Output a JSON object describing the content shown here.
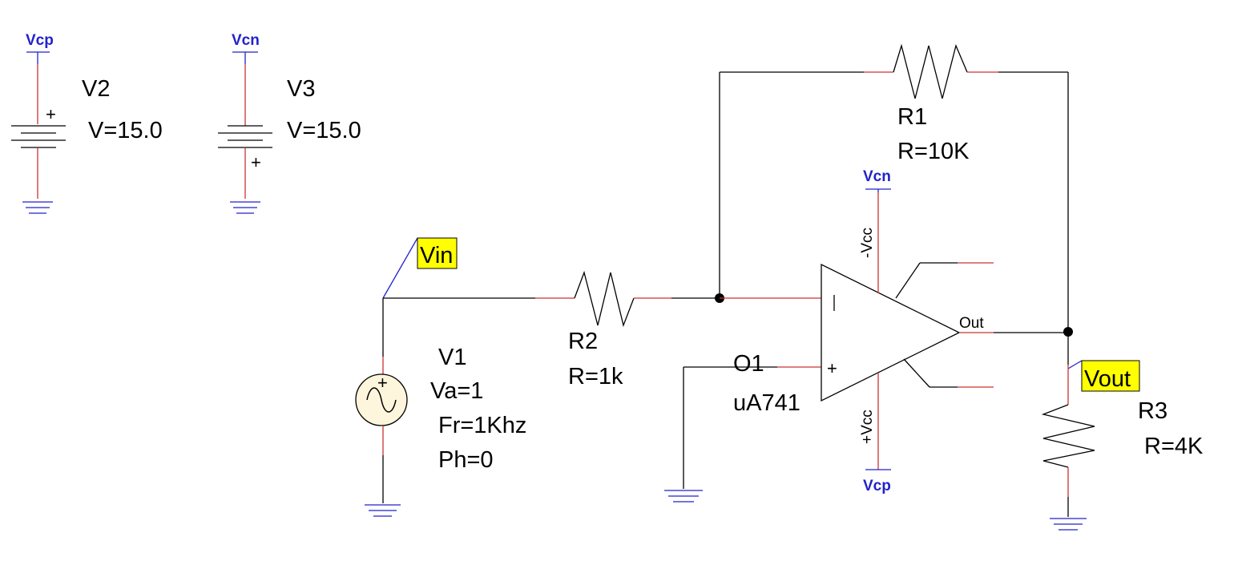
{
  "components": {
    "v2": {
      "name": "V2",
      "value": "V=15.0",
      "net": "Vcp"
    },
    "v3": {
      "name": "V3",
      "value": "V=15.0",
      "net": "Vcn"
    },
    "v1": {
      "name": "V1",
      "params": [
        "Va=1",
        "Fr=1Khz",
        "Ph=0"
      ]
    },
    "r1": {
      "name": "R1",
      "value": "R=10K"
    },
    "r2": {
      "name": "R2",
      "value": "R=1k"
    },
    "r3": {
      "name": "R3",
      "value": "R=4K"
    },
    "o1": {
      "name": "O1",
      "model": "uA741",
      "pin_neg_supply": "-Vcc",
      "pin_pos_supply": "+Vcc",
      "pin_out": "Out"
    }
  },
  "nets": {
    "opamp_top": "Vcn",
    "opamp_bottom": "Vcp"
  },
  "net_tags": {
    "vin": "Vin",
    "vout": "Vout"
  },
  "colors": {
    "wire": "#000000",
    "pin_lead": "#cc3333",
    "net_label": "#2222cc",
    "tag_fill": "#ffff00",
    "source_fill": "#fdf5dc"
  }
}
